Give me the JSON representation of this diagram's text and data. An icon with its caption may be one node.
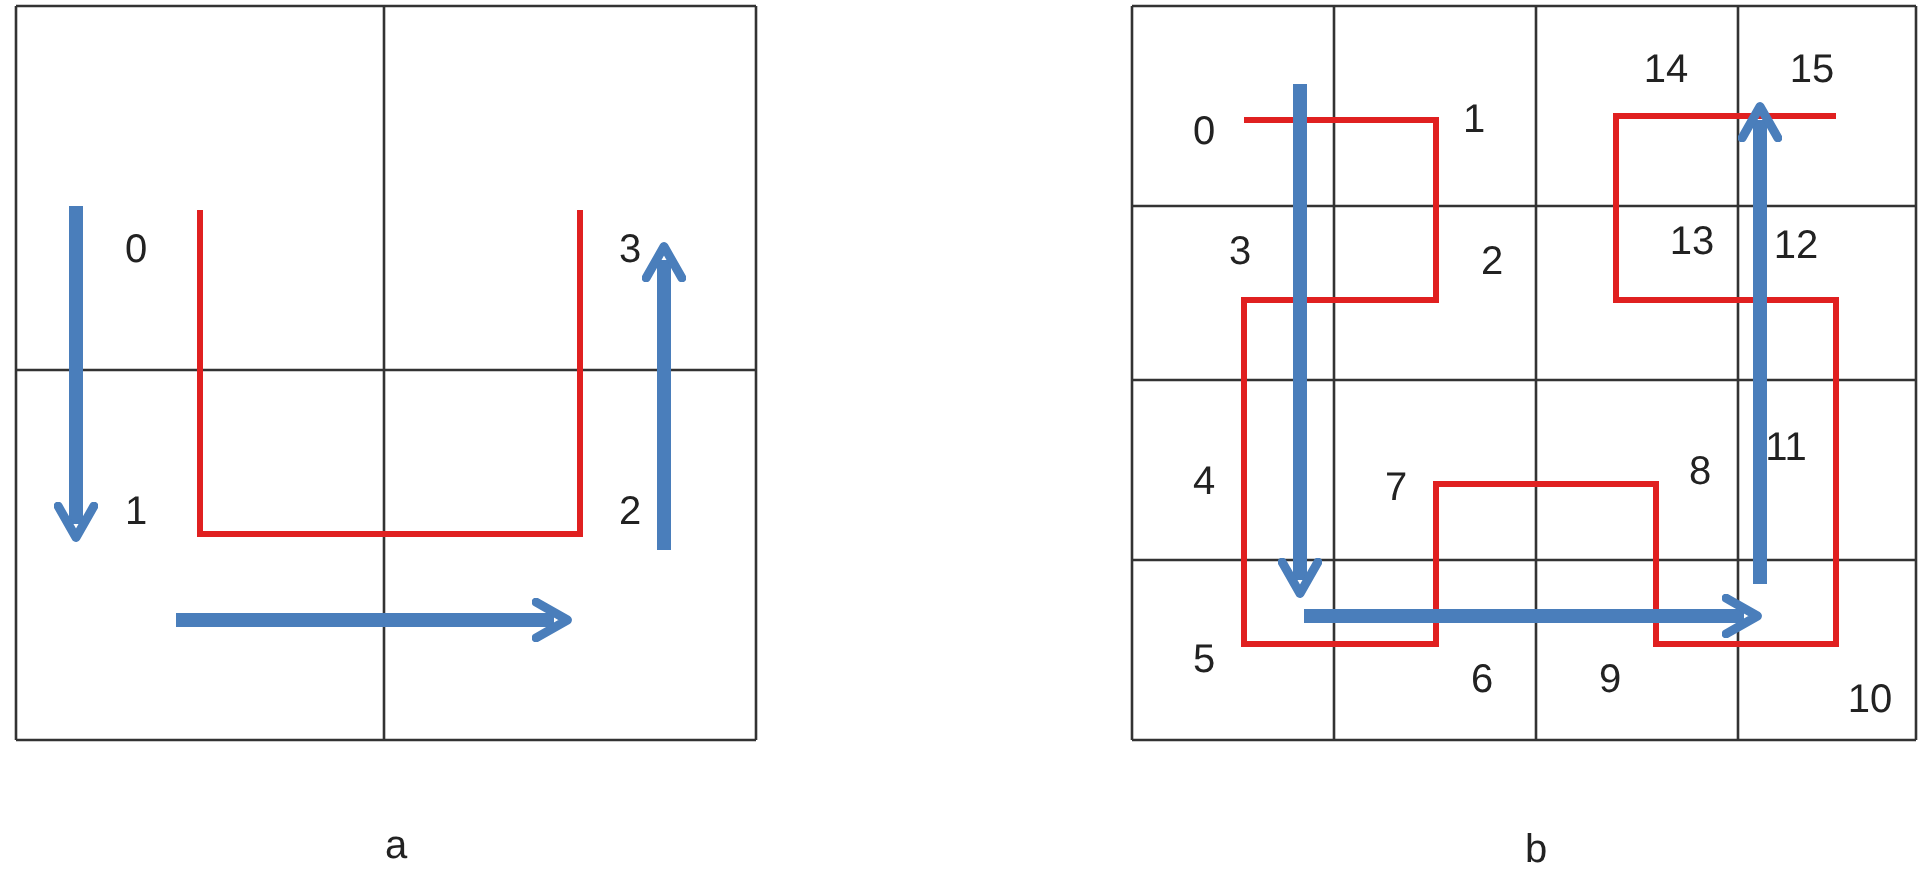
{
  "diagram": {
    "labels": [
      "0",
      "3",
      "1",
      "2",
      "a",
      "14",
      "15",
      "0",
      "1",
      "3",
      "2",
      "13",
      "12",
      "4",
      "7",
      "8",
      "11",
      "5",
      "6",
      "9",
      "10",
      "b"
    ]
  }
}
